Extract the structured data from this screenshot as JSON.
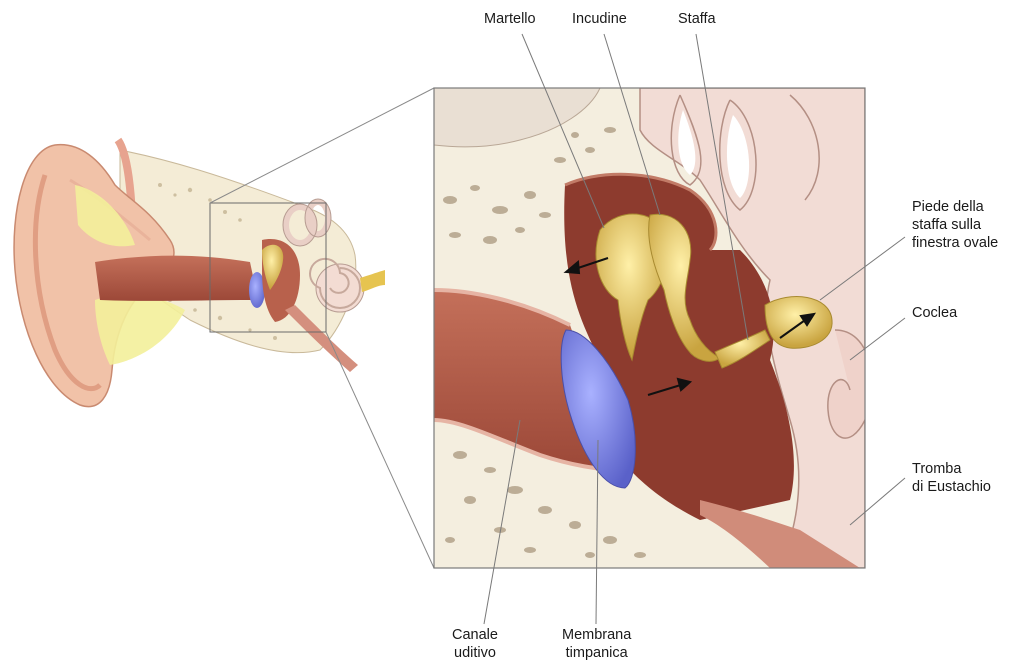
{
  "labels": {
    "martello": "Martello",
    "incudine": "Incudine",
    "staffa": "Staffa",
    "piede": [
      "Piede della",
      "staffa sulla",
      "finestra ovale"
    ],
    "coclea": "Coclea",
    "tromba": [
      "Tromba",
      "di Eustachio"
    ],
    "canale": [
      "Canale",
      "uditivo"
    ],
    "membrana": [
      "Membrana",
      "timpanica"
    ]
  },
  "colors": {
    "skin": "#f1c2a8",
    "skin_dark": "#d88f73",
    "cartilage": "#f3ef9a",
    "canal": "#b85f4a",
    "cavity": "#8a3a2c",
    "ossicles": "#e6c86a",
    "eardrum": "#7b83e6",
    "bone": "#f4eedf",
    "inner_ear": "#f2d6cf",
    "line": "#6f6f6f"
  }
}
